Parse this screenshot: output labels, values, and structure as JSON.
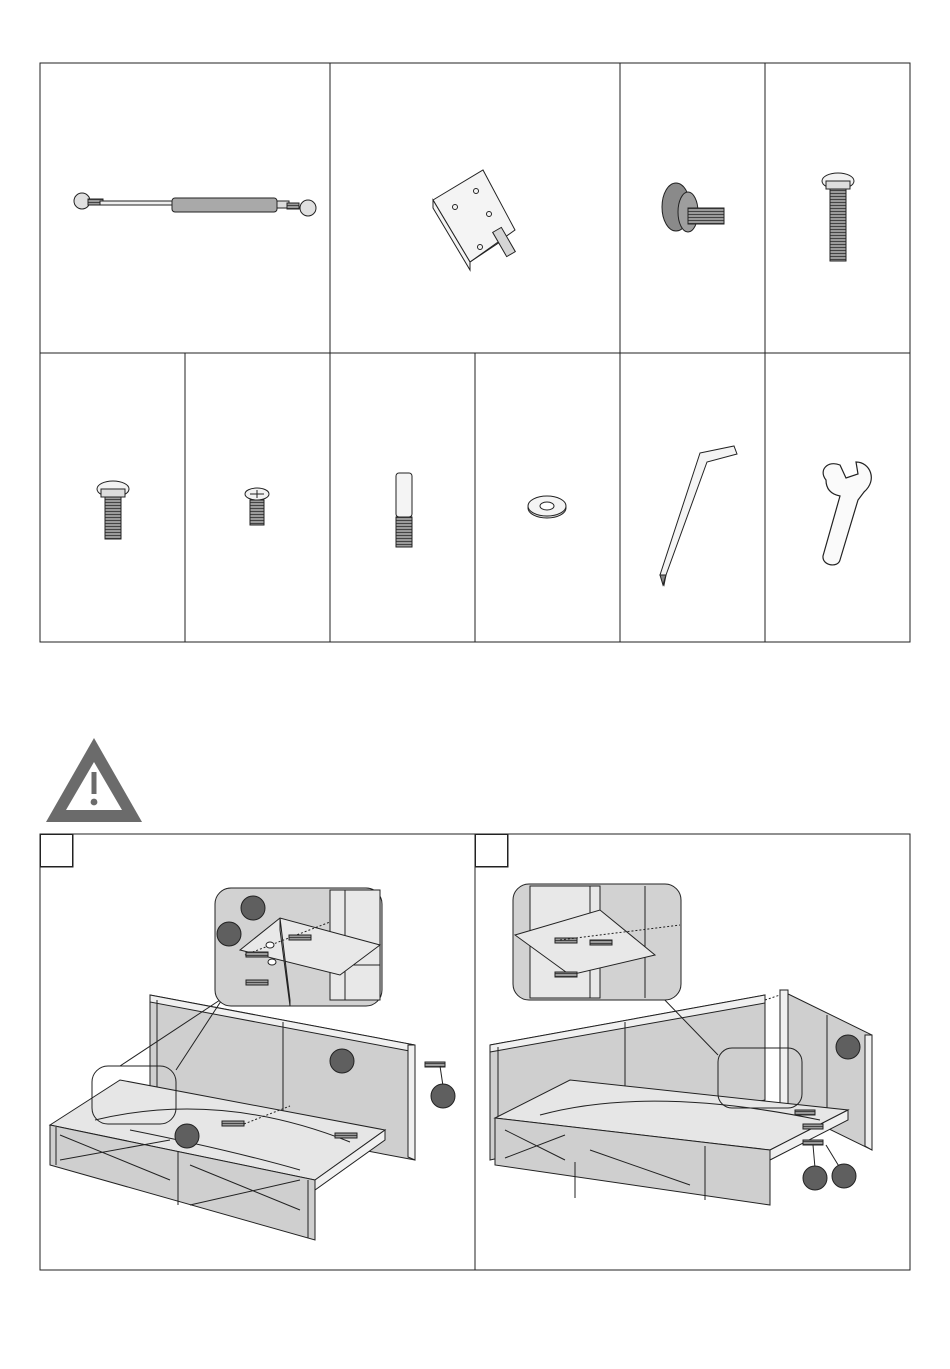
{
  "page": {
    "background": "#ffffff",
    "line_color": "#222222",
    "part_fill": "#bdbdbd",
    "panel_fill": "#cfcfcf",
    "callout_fill": "#5f5f5f",
    "warning_fill": "#6b6b6b"
  },
  "parts_grid": {
    "rows": [
      [
        "gas-strut",
        "hinge",
        "leveling-foot",
        "long-bolt"
      ],
      [
        "short-bolt",
        "flat-head-screw",
        "dowel-rod",
        "washer",
        "allen-key",
        "wrench"
      ]
    ]
  },
  "warning": {
    "icon": "warning-triangle-icon"
  },
  "steps": [
    {
      "label": "",
      "callouts": 4
    },
    {
      "label": "",
      "callouts": 3
    }
  ]
}
